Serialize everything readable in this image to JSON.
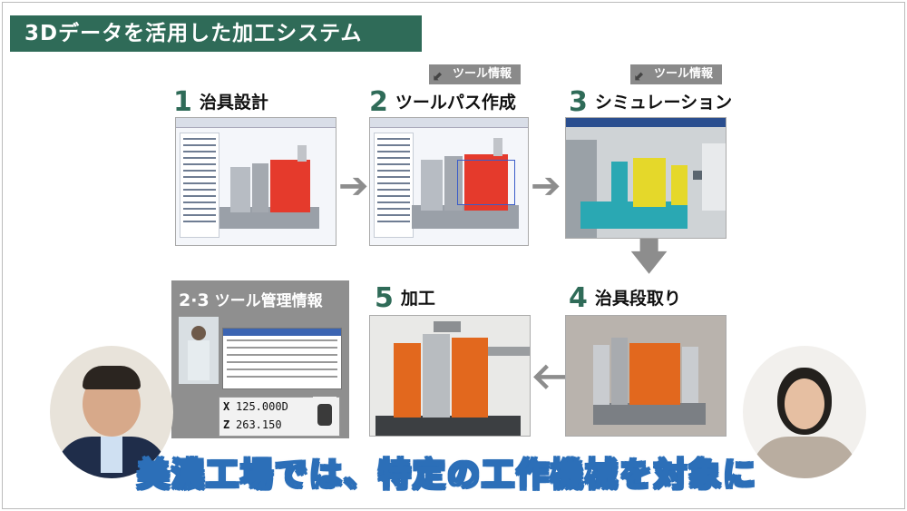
{
  "title": "3Dデータを活用した加工システム",
  "tool_info_tag": "ツール情報",
  "steps": [
    {
      "num": "1",
      "label": "治具設計"
    },
    {
      "num": "2",
      "label": "ツールパス作成"
    },
    {
      "num": "3",
      "label": "シミュレーション"
    },
    {
      "num": "4",
      "label": "治具段取り"
    },
    {
      "num": "5",
      "label": "加工"
    }
  ],
  "tool_mgmt": {
    "num": "2·3",
    "label": "ツール管理情報"
  },
  "readout": {
    "x_axis": "X",
    "x_value": "125.000D",
    "z_axis": "Z",
    "z_value": "263.150"
  },
  "subtitle": "美濃工場では、特定の工作機械を対象に",
  "colors": {
    "title_bg": "#2f6b58",
    "step_number": "#2f6b58",
    "fixture_red": "#e53a2c",
    "machined_orange": "#e2681e",
    "sim_teal": "#2aa8b3",
    "sim_yellow": "#e5d82a",
    "subtitle_outline": "#2c6fb8"
  }
}
